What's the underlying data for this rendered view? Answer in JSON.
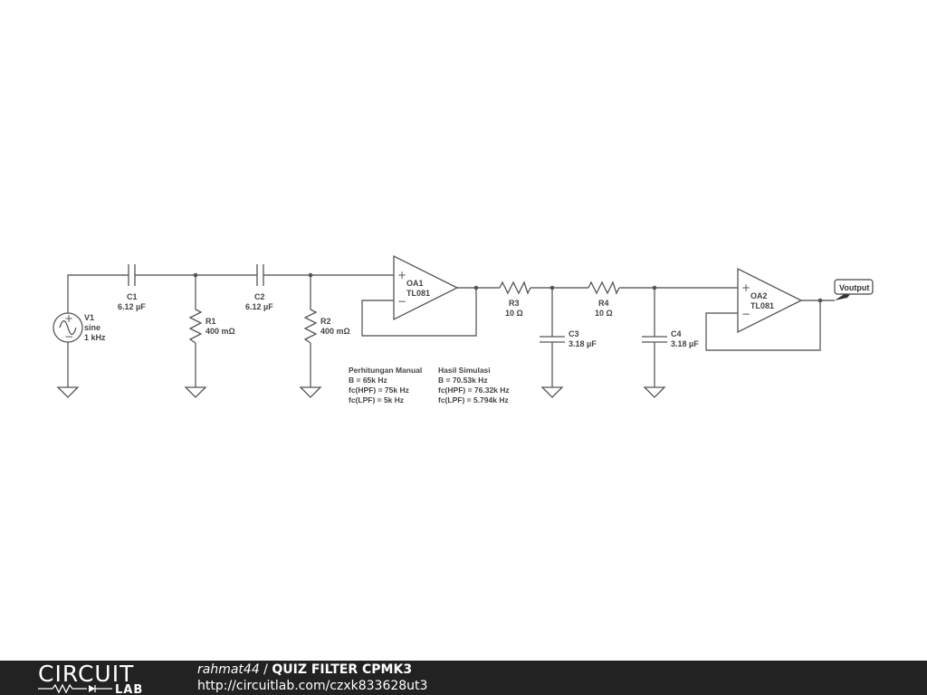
{
  "components": {
    "V1": {
      "ref": "V1",
      "type": "sine",
      "freq": "1 kHz"
    },
    "C1": {
      "ref": "C1",
      "value": "6.12 µF"
    },
    "C2": {
      "ref": "C2",
      "value": "6.12 µF"
    },
    "R1": {
      "ref": "R1",
      "value": "400 mΩ"
    },
    "R2": {
      "ref": "R2",
      "value": "400 mΩ"
    },
    "OA1": {
      "ref": "OA1",
      "part": "TL081"
    },
    "R3": {
      "ref": "R3",
      "value": "10 Ω"
    },
    "R4": {
      "ref": "R4",
      "value": "10 Ω"
    },
    "C3": {
      "ref": "C3",
      "value": "3.18 µF"
    },
    "C4": {
      "ref": "C4",
      "value": "3.18 µF"
    },
    "OA2": {
      "ref": "OA2",
      "part": "TL081"
    }
  },
  "output_label": "Voutput",
  "notes": {
    "manual": {
      "title": "Perhitungan Manual",
      "lines": [
        "B = 65k Hz",
        "fc(HPF) = 75k Hz",
        "fc(LPF) = 5k Hz"
      ]
    },
    "simulation": {
      "title": "Hasil Simulasi",
      "lines": [
        "B = 70.53k Hz",
        "fc(HPF) = 76.32k Hz",
        "fc(LPF) = 5.794k Hz"
      ]
    }
  },
  "footer": {
    "logo_top": "CIRCUIT",
    "logo_bottom": "LAB",
    "author": "rahmat44",
    "separator": " / ",
    "project": "QUIZ FILTER CPMK3",
    "url": "http://circuitlab.com/czxk833628ut3"
  }
}
